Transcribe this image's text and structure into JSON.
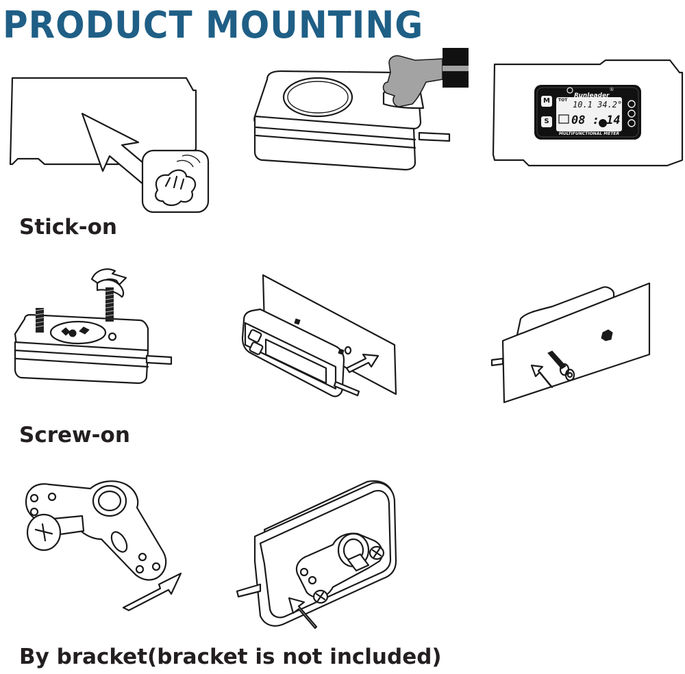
{
  "title": "PRODUCT MOUNTING",
  "captions": {
    "stick_on": "Stick-on",
    "screw_on": "Screw-on",
    "bracket": "By bracket(bracket is not included)"
  },
  "meter": {
    "brand": "Runleader",
    "registered_mark": "®",
    "button_m": "M",
    "button_s": "S",
    "tot": "TOT",
    "reading_top": "10.1 34.2°C",
    "reading_bottom": "08 : 14",
    "footer": "MULTIFUNCTIONAL METER"
  },
  "colors": {
    "title": "#1f5f86",
    "line": "#1a1a1a",
    "caption": "#231f20"
  }
}
